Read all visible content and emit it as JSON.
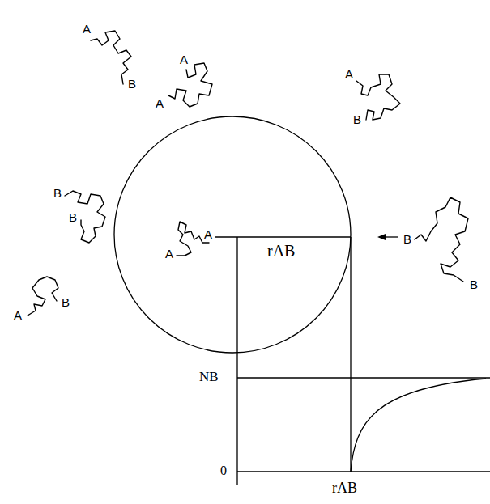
{
  "diagram": {
    "labels": [
      "A",
      "B",
      "A",
      "A",
      "A",
      "B",
      "B",
      "B",
      "B",
      "A",
      "A",
      "A",
      "B",
      "B",
      "rAB",
      "NB",
      "0",
      "rAB"
    ]
  }
}
